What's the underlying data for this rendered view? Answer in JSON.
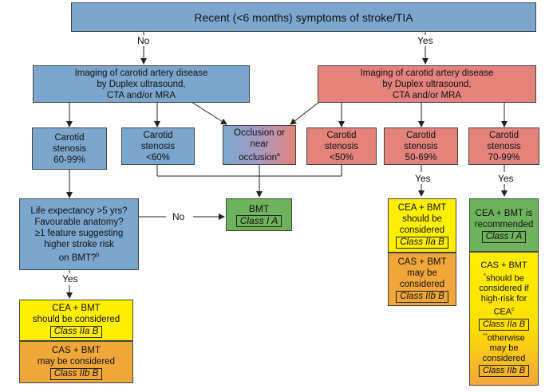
{
  "title": "Recent (<6 months) symptoms of stroke/TIA",
  "labels": {
    "no": "No",
    "yes": "Yes"
  },
  "imaging": {
    "line1": "Imaging of carotid artery disease",
    "line2": "by Duplex ultrasound,",
    "line3": "CTA and/or MRA"
  },
  "stenosis": {
    "s60_99": [
      "Carotid",
      "stenosis",
      "60-99%"
    ],
    "s_lt60": [
      "Carotid",
      "stenosis",
      "<60%"
    ],
    "occlusion": [
      "Occlusion or",
      "near",
      "occlusion"
    ],
    "occlusion_sup": "a",
    "s_lt50": [
      "Carotid",
      "stenosis",
      "<50%"
    ],
    "s50_69": [
      "Carotid",
      "stenosis",
      "50-69%"
    ],
    "s70_99": [
      "Carotid",
      "stenosis",
      "70-99%"
    ]
  },
  "question": {
    "l1": "Life expectancy >5 yrs?",
    "l2": "Favourable anatomy?",
    "l3": "≥1 feature suggesting",
    "l4": "higher stroke risk",
    "l5": "on BMT?",
    "sup": "b"
  },
  "bmt": {
    "text": "BMT",
    "class": "Class I A"
  },
  "left_rec": {
    "cea": {
      "l1": "CEA + BMT",
      "l2": "should be considered",
      "class": "Class IIa B"
    },
    "cas": {
      "l1": "CAS + BMT",
      "l2": "may be considered",
      "class": "Class IIb B"
    }
  },
  "mid_rec": {
    "cea": {
      "l1": "CEA + BMT",
      "l2": "should be",
      "l3": "considered",
      "class": "Class IIa B"
    },
    "cas": {
      "l1": "CAS + BMT",
      "l2": "may be",
      "l3": "considered",
      "class": "Class IIb B"
    }
  },
  "right_rec": {
    "cea": {
      "l1": "CEA + BMT is",
      "l2": "recommended",
      "class": "Class I A"
    },
    "cas": {
      "l1": "CAS + BMT",
      "l2": "should be",
      "l3": "considered if",
      "l4": "high-risk for",
      "l5": "CEA",
      "l5_sup": "c",
      "class1": "Class IIa B",
      "l6": "otherwise",
      "l7": "may be",
      "l8": "considered",
      "class2": "Class IIb B",
      "star1": "*",
      "star2": "**"
    }
  },
  "colors": {
    "blue": "#7ba7cf",
    "red": "#e3837c",
    "yellow": "#ffee00",
    "orange": "#f0a73a",
    "green": "#6db35c"
  }
}
